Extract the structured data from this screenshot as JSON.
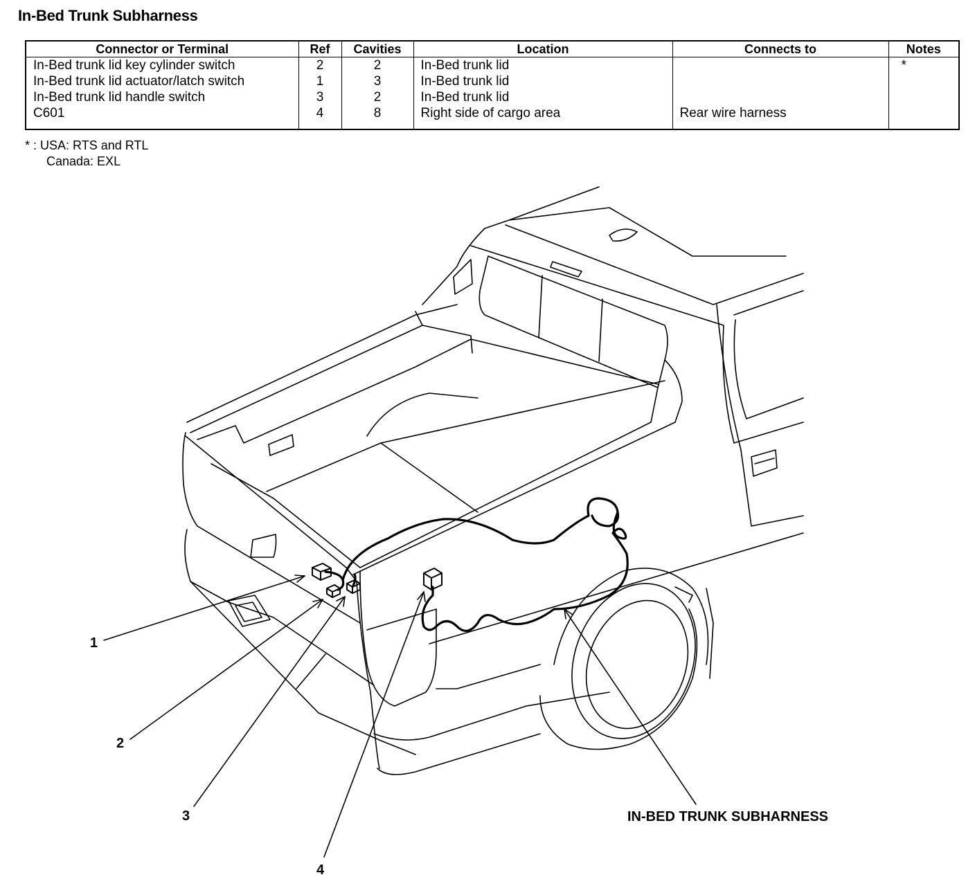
{
  "title": "In-Bed Trunk Subharness",
  "table": {
    "headers": [
      "Connector or Terminal",
      "Ref",
      "Cavities",
      "Location",
      "Connects to",
      "Notes"
    ],
    "rows": [
      {
        "connector": "In-Bed trunk lid key cylinder switch",
        "ref": "2",
        "cavities": "2",
        "location": "In-Bed trunk lid",
        "connects_to": "",
        "notes": "*"
      },
      {
        "connector": "In-Bed trunk lid actuator/latch switch",
        "ref": "1",
        "cavities": "3",
        "location": "In-Bed trunk lid",
        "connects_to": "",
        "notes": ""
      },
      {
        "connector": "In-Bed trunk lid handle switch",
        "ref": "3",
        "cavities": "2",
        "location": "In-Bed trunk lid",
        "connects_to": "",
        "notes": ""
      },
      {
        "connector": "C601",
        "ref": "4",
        "cavities": "8",
        "location": "Right side of cargo area",
        "connects_to": "Rear wire harness",
        "notes": ""
      }
    ]
  },
  "footnote": {
    "line1": "* : USA: RTS and RTL",
    "line2": "Canada: EXL"
  },
  "diagram": {
    "callouts": [
      "1",
      "2",
      "3",
      "4"
    ],
    "harness_label": "IN-BED TRUNK SUBHARNESS"
  }
}
